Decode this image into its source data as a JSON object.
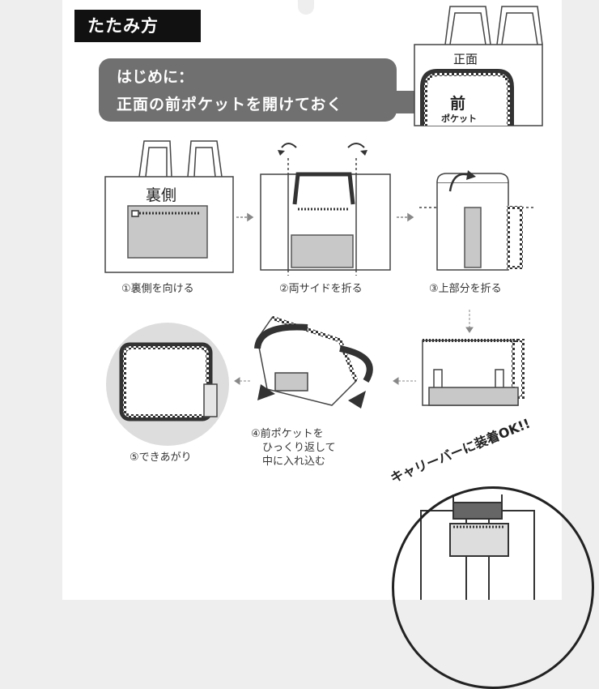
{
  "title": "たたみ方",
  "intro": {
    "line1": "はじめに：",
    "line2": "正面の前ポケットを開けておく"
  },
  "top_bag": {
    "front_label": "正面",
    "pocket_label_big": "前",
    "pocket_label_small": "ポケット"
  },
  "step1": {
    "label": "裏側",
    "caption": "①裏側を向ける"
  },
  "step2": {
    "caption": "②両サイドを折る"
  },
  "step3": {
    "caption": "③上部分を折る"
  },
  "step4": {
    "lines": [
      "④前ポケットを",
      "ひっくり返して",
      "中に入れ込む"
    ]
  },
  "step5": {
    "caption": "⑤できあがり"
  },
  "carry": {
    "text": "キャリーバーに装着OK!!"
  }
}
